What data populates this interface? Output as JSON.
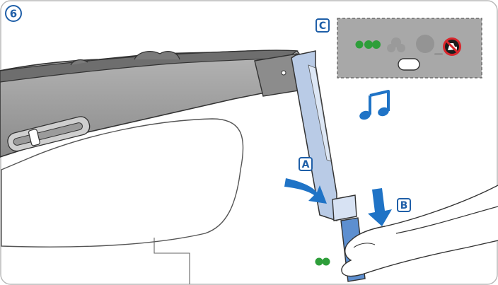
{
  "step": {
    "number": "6"
  },
  "callouts": {
    "a": "A",
    "b": "B",
    "c": "C"
  },
  "indicator_panel": {
    "lights": [
      "green",
      "green"
    ],
    "colors": {
      "panel": "#a8a8a8",
      "light_on": "#2e9e3a",
      "light_off": "#8e8e8e",
      "button": "#ffffff",
      "warning": "#d9262c"
    },
    "icons": [
      "indicator-lights-icon",
      "seat-position-icon",
      "sensor-icon",
      "no-child-seat-warning-icon",
      "panel-button-icon"
    ]
  },
  "sound": {
    "icon": "musical-note-icon"
  },
  "colors": {
    "accent": "#1f5fa8",
    "arrow": "#1f73c6",
    "leg_fill": "#b9cbe6",
    "base_gray": "#9a9a9a",
    "outline": "#333333"
  },
  "support_leg_lights": [
    "green",
    "green"
  ]
}
